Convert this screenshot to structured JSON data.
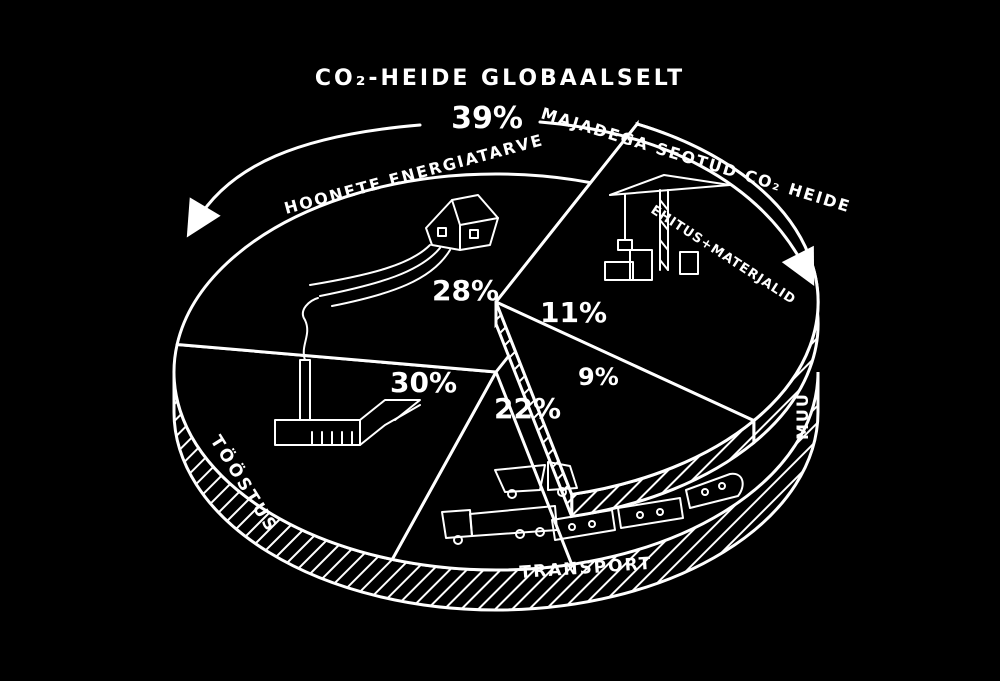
{
  "chart_data": {
    "type": "pie",
    "title": "CO₂-HEIDE GLOBAALSELT",
    "categories": [
      "HOONETE ENERGIATARVE",
      "EHITUS+MATERJALID",
      "MUU",
      "TRANSPORT",
      "TÖÖSTUS"
    ],
    "values": [
      28,
      11,
      9,
      22,
      30
    ],
    "value_labels": [
      "28%",
      "11%",
      "9%",
      "22%",
      "30%"
    ],
    "annotation": {
      "value": 39,
      "value_label": "39%",
      "text": "MAJADEGA SEOTUD CO₂ HEIDE",
      "spans": [
        "HOONETE ENERGIATARVE",
        "EHITUS+MATERJALID"
      ]
    },
    "colors": {
      "background": "#000000",
      "ink": "#ffffff"
    }
  }
}
